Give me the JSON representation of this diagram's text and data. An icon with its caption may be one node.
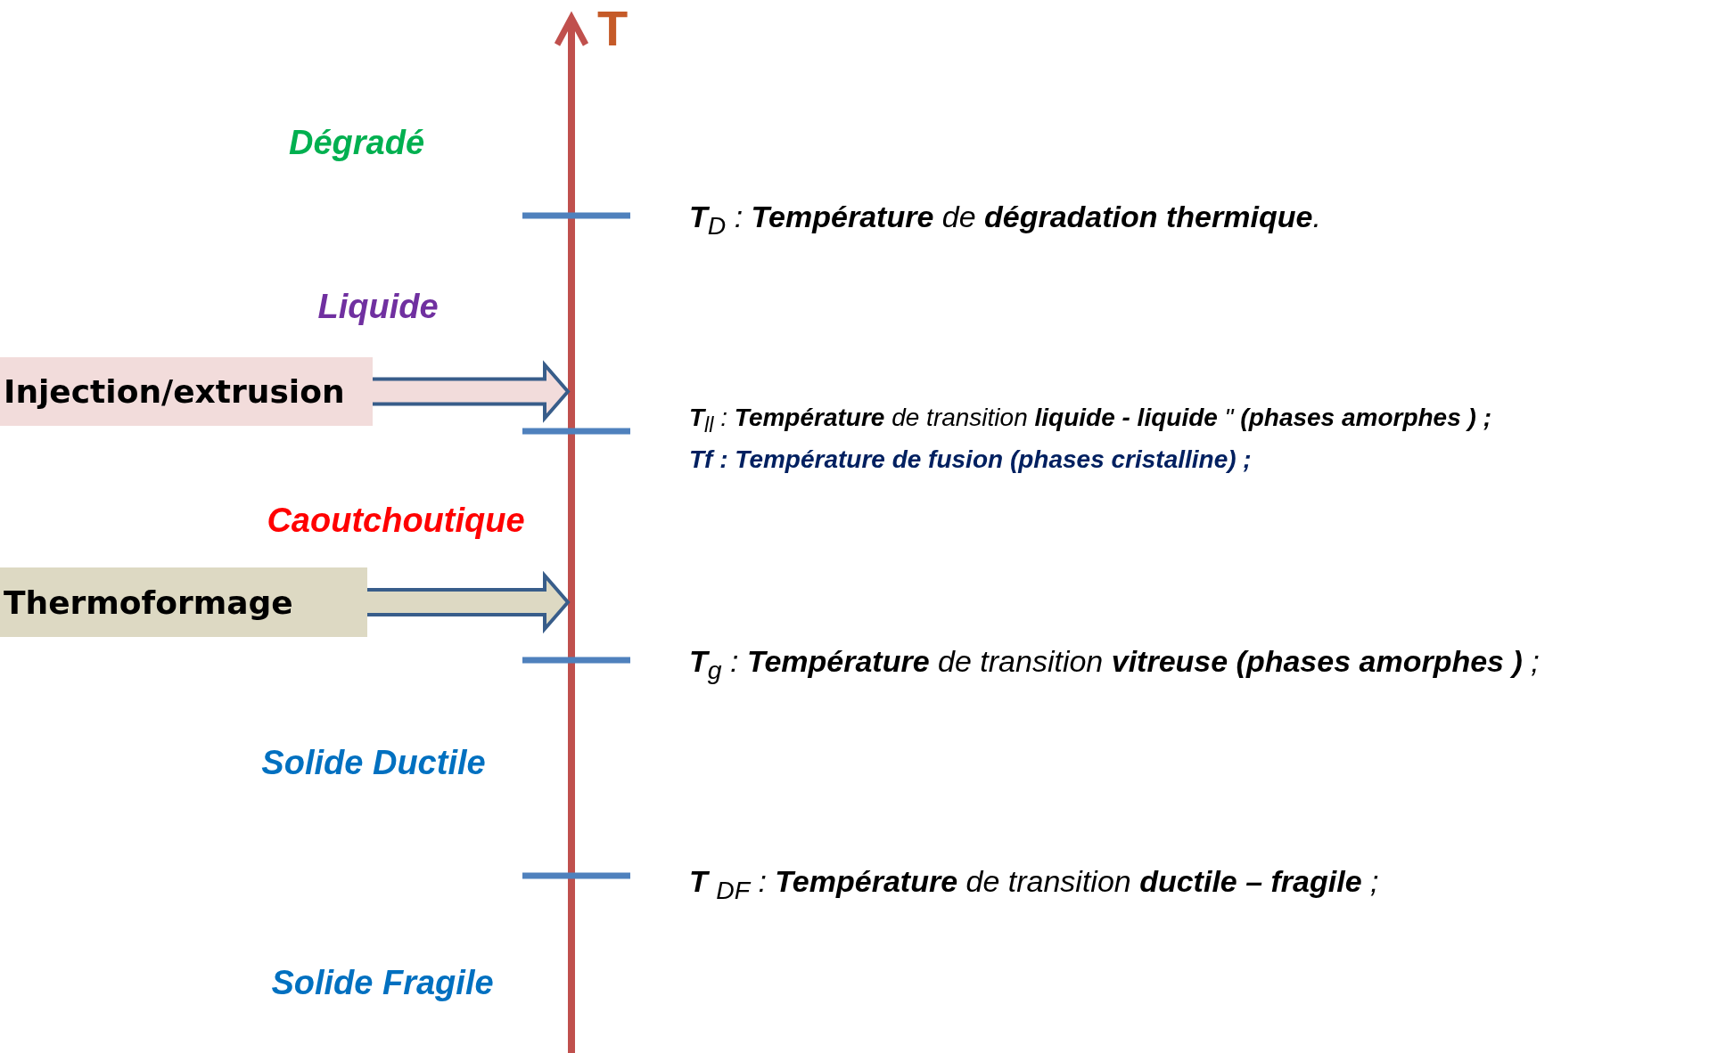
{
  "diagram": {
    "nodes": [
      {
        "text": [
          "Injection/extrusion"
        ]
      },
      {
        "text": [
          "Thermoformage"
        ]
      }
    ],
    "edges": [
      {
        "from": 0,
        "to": null,
        "arrow": "to"
      },
      {
        "from": 1,
        "to": null,
        "arrow": "to"
      }
    ],
    "labels": [
      "T",
      "Dégradé",
      "**T**$_{D}$ : **Température** de **dégradation thermique**.",
      "Liquide",
      "**T**$_{ll}$ : **Température** de transition **liquide - liquide** \" **(phases amorphes ) ;**",
      "Tf : Température de fusion (phases cristalline) ;",
      "Caoutchoutique",
      "**T**$_{g}$ : **Température** de transition **vitreuse** **(phases amorphes )** ;",
      "Solide Ductile",
      "**T** $_{DF}$ : **Température** de transition **ductile – fragile** ;",
      "Solide Fragile"
    ]
  }
}
